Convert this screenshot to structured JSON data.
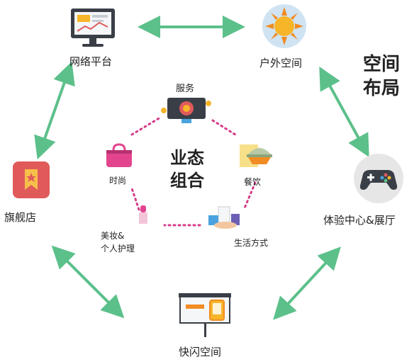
{
  "title": {
    "line1": "空间",
    "line2": "布局"
  },
  "center": {
    "line1": "业态",
    "line2": "组合"
  },
  "outer_nodes": {
    "network": "网络平台",
    "outdoor": "户外空间",
    "flagship": "旗舰店",
    "experience": "体验中心&展厅",
    "popup": "快闪空间"
  },
  "inner_nodes": {
    "service": "服务",
    "fashion": "时尚",
    "dining": "餐饮",
    "beauty_line1": "美妆&",
    "beauty_line2": "个人护理",
    "lifestyle": "生活方式"
  },
  "colors": {
    "arrow": "#5cc08a",
    "dots": "#d63a8a",
    "flagship": "#e05a5a",
    "fashion": "#e2458e",
    "sun": "#f7b529",
    "gamepad_bg": "#e6e6e6"
  }
}
